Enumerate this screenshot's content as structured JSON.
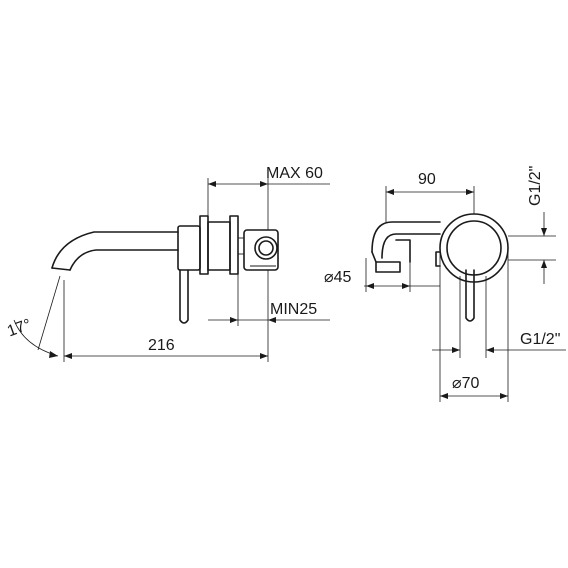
{
  "drawing": {
    "dimensions": {
      "max_projection": "MAX 60",
      "min_projection": "MIN25",
      "spout_length": "216",
      "spout_angle": "17°",
      "lever_offset": "90",
      "spout_diameter": "⌀45",
      "connection_top": "G1/2\"",
      "connection_bottom": "G1/2\"",
      "plate_diameter": "⌀70"
    }
  }
}
